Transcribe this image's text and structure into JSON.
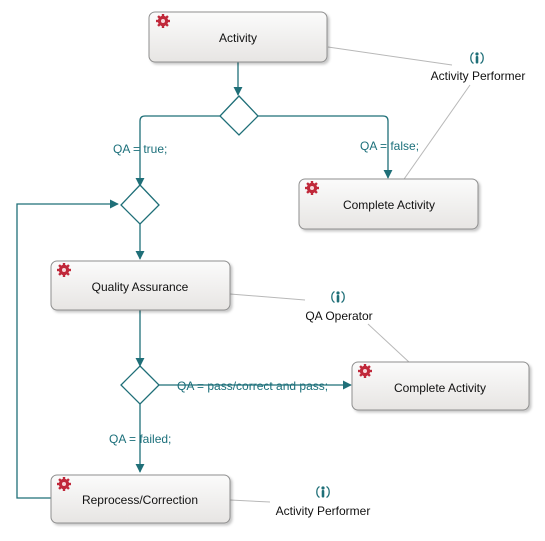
{
  "diagram": {
    "activities": {
      "activity": {
        "label": "Activity"
      },
      "complete_activity_1": {
        "label": "Complete Activity"
      },
      "quality_assurance": {
        "label": "Quality Assurance"
      },
      "complete_activity_2": {
        "label": "Complete Activity"
      },
      "reprocess_correction": {
        "label": "Reprocess/Correction"
      }
    },
    "conditions": {
      "qa_true": "QA = true;",
      "qa_false": "QA = false;",
      "qa_pass": "QA = pass/correct and pass;",
      "qa_failed": "QA = failed;"
    },
    "performers": {
      "activity_performer_1": "Activity Performer",
      "qa_operator": "QA Operator",
      "activity_performer_2": "Activity Performer"
    },
    "colors": {
      "flow": "#1f6f78",
      "condition_text": "#1b6f7a",
      "activity_icon": "#c0283a",
      "performer_icon": "#1f6f78"
    },
    "icons": {
      "activity": "gear-icon",
      "performer": "performer-icon"
    }
  }
}
